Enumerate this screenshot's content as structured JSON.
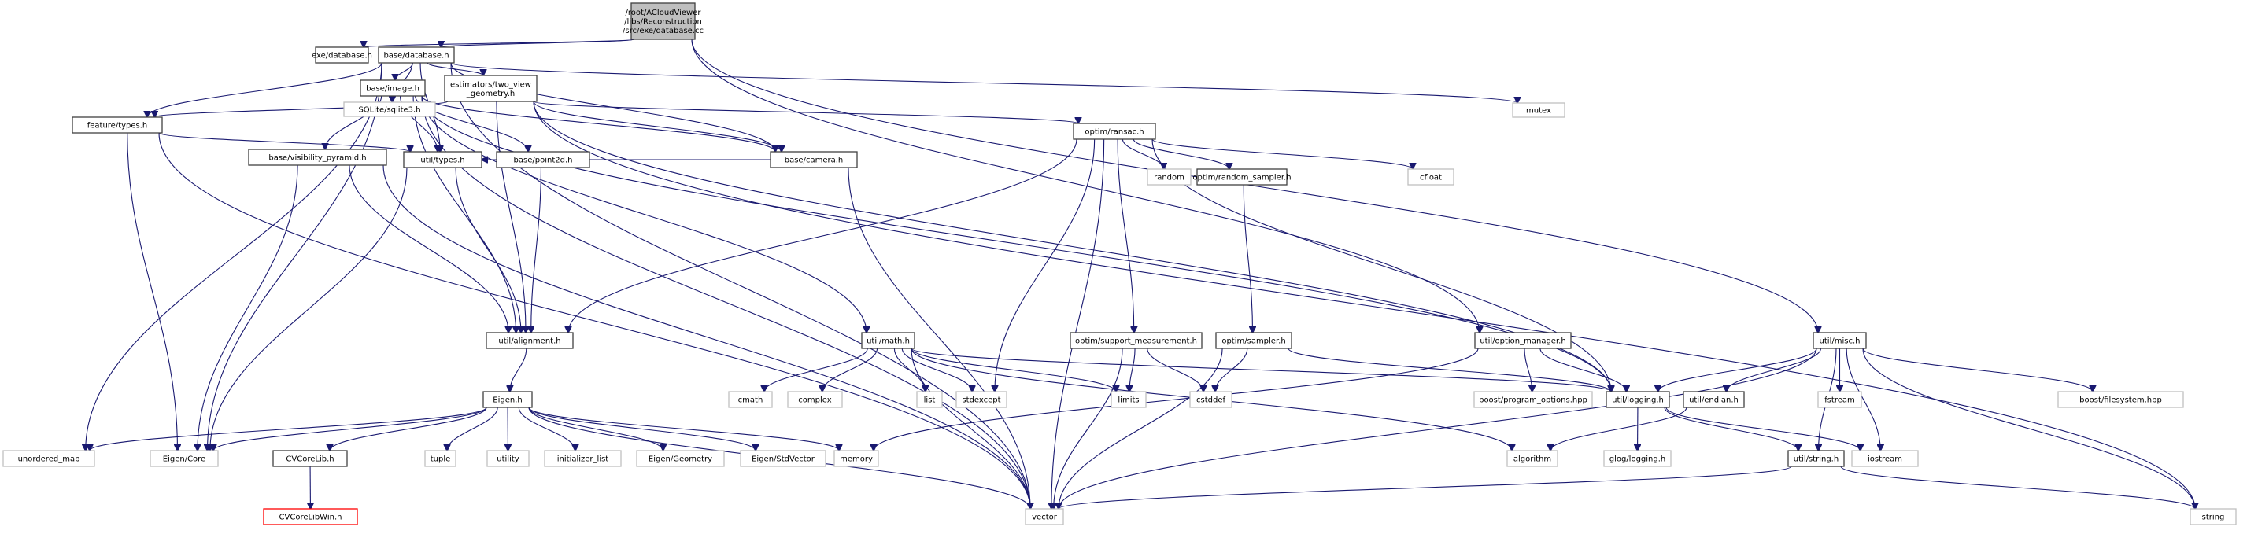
{
  "title": "Include dependency graph for database.cc",
  "colors": {
    "edge": "#191970",
    "node_border": "#404040",
    "external_border": "#bfbfbf",
    "root_fill": "#bfbfbf",
    "missing_border": "#ff0000"
  },
  "nodes": [
    {
      "id": "root",
      "lines": [
        "/root/ACloudViewer",
        "/libs/Reconstruction",
        "/src/exe/database.cc"
      ],
      "kind": "root"
    },
    {
      "id": "exe_database",
      "lines": [
        "exe/database.h"
      ],
      "kind": "local"
    },
    {
      "id": "base_database",
      "lines": [
        "base/database.h"
      ],
      "kind": "local"
    },
    {
      "id": "sqlite3",
      "lines": [
        "SQLite/sqlite3.h"
      ],
      "kind": "external"
    },
    {
      "id": "mutex",
      "lines": [
        "mutex"
      ],
      "kind": "external"
    },
    {
      "id": "base_image",
      "lines": [
        "base/image.h"
      ],
      "kind": "local"
    },
    {
      "id": "two_view",
      "lines": [
        "estimators/two_view",
        "_geometry.h"
      ],
      "kind": "local"
    },
    {
      "id": "feature_types",
      "lines": [
        "feature/types.h"
      ],
      "kind": "local"
    },
    {
      "id": "base_point2d",
      "lines": [
        "base/point2d.h"
      ],
      "kind": "local"
    },
    {
      "id": "base_camera",
      "lines": [
        "base/camera.h"
      ],
      "kind": "local"
    },
    {
      "id": "optim_ransac",
      "lines": [
        "optim/ransac.h"
      ],
      "kind": "local"
    },
    {
      "id": "vis_pyramid",
      "lines": [
        "base/visibility_pyramid.h"
      ],
      "kind": "local"
    },
    {
      "id": "util_types",
      "lines": [
        "util/types.h"
      ],
      "kind": "local"
    },
    {
      "id": "random",
      "lines": [
        "random"
      ],
      "kind": "external"
    },
    {
      "id": "random_sampler",
      "lines": [
        "optim/random_sampler.h"
      ],
      "kind": "local"
    },
    {
      "id": "cfloat",
      "lines": [
        "cfloat"
      ],
      "kind": "external"
    },
    {
      "id": "util_alignment",
      "lines": [
        "util/alignment.h"
      ],
      "kind": "local"
    },
    {
      "id": "util_math",
      "lines": [
        "util/math.h"
      ],
      "kind": "local"
    },
    {
      "id": "support_meas",
      "lines": [
        "optim/support_measurement.h"
      ],
      "kind": "local"
    },
    {
      "id": "optim_sampler",
      "lines": [
        "optim/sampler.h"
      ],
      "kind": "local"
    },
    {
      "id": "option_manager",
      "lines": [
        "util/option_manager.h"
      ],
      "kind": "local"
    },
    {
      "id": "util_misc",
      "lines": [
        "util/misc.h"
      ],
      "kind": "local"
    },
    {
      "id": "eigen_h",
      "lines": [
        "Eigen.h"
      ],
      "kind": "local"
    },
    {
      "id": "cmath",
      "lines": [
        "cmath"
      ],
      "kind": "external"
    },
    {
      "id": "complex",
      "lines": [
        "complex"
      ],
      "kind": "external"
    },
    {
      "id": "list",
      "lines": [
        "list"
      ],
      "kind": "external"
    },
    {
      "id": "stdexcept",
      "lines": [
        "stdexcept"
      ],
      "kind": "external"
    },
    {
      "id": "limits",
      "lines": [
        "limits"
      ],
      "kind": "external"
    },
    {
      "id": "cstddef",
      "lines": [
        "cstddef"
      ],
      "kind": "external"
    },
    {
      "id": "boost_po",
      "lines": [
        "boost/program_options.hpp"
      ],
      "kind": "external"
    },
    {
      "id": "util_logging",
      "lines": [
        "util/logging.h"
      ],
      "kind": "local"
    },
    {
      "id": "util_endian",
      "lines": [
        "util/endian.h"
      ],
      "kind": "local"
    },
    {
      "id": "fstream",
      "lines": [
        "fstream"
      ],
      "kind": "external"
    },
    {
      "id": "boost_fs",
      "lines": [
        "boost/filesystem.hpp"
      ],
      "kind": "external"
    },
    {
      "id": "unordered_map",
      "lines": [
        "unordered_map"
      ],
      "kind": "external"
    },
    {
      "id": "eigen_core",
      "lines": [
        "Eigen/Core"
      ],
      "kind": "external"
    },
    {
      "id": "cvcorelib",
      "lines": [
        "CVCoreLib.h"
      ],
      "kind": "local"
    },
    {
      "id": "tuple",
      "lines": [
        "tuple"
      ],
      "kind": "external"
    },
    {
      "id": "utility",
      "lines": [
        "utility"
      ],
      "kind": "external"
    },
    {
      "id": "init_list",
      "lines": [
        "initializer_list"
      ],
      "kind": "external"
    },
    {
      "id": "eigen_geometry",
      "lines": [
        "Eigen/Geometry"
      ],
      "kind": "external"
    },
    {
      "id": "eigen_stdvector",
      "lines": [
        "Eigen/StdVector"
      ],
      "kind": "external"
    },
    {
      "id": "memory",
      "lines": [
        "memory"
      ],
      "kind": "external"
    },
    {
      "id": "algorithm",
      "lines": [
        "algorithm"
      ],
      "kind": "external"
    },
    {
      "id": "glog",
      "lines": [
        "glog/logging.h"
      ],
      "kind": "external"
    },
    {
      "id": "util_string",
      "lines": [
        "util/string.h"
      ],
      "kind": "local"
    },
    {
      "id": "iostream",
      "lines": [
        "iostream"
      ],
      "kind": "external"
    },
    {
      "id": "cvcorelibwin",
      "lines": [
        "CVCoreLibWin.h"
      ],
      "kind": "missing"
    },
    {
      "id": "vector",
      "lines": [
        "vector"
      ],
      "kind": "external"
    },
    {
      "id": "string",
      "lines": [
        "string"
      ],
      "kind": "external"
    }
  ],
  "edges": [
    [
      "root",
      "exe_database"
    ],
    [
      "root",
      "base_database"
    ],
    [
      "root",
      "option_manager"
    ],
    [
      "root",
      "util_misc"
    ],
    [
      "base_database",
      "sqlite3"
    ],
    [
      "base_database",
      "mutex"
    ],
    [
      "base_database",
      "base_image"
    ],
    [
      "base_database",
      "two_view"
    ],
    [
      "base_database",
      "feature_types"
    ],
    [
      "base_database",
      "base_camera"
    ],
    [
      "base_database",
      "util_types"
    ],
    [
      "base_database",
      "unordered_map"
    ],
    [
      "base_database",
      "eigen_core"
    ],
    [
      "base_database",
      "vector"
    ],
    [
      "base_image",
      "base_point2d"
    ],
    [
      "base_image",
      "base_camera"
    ],
    [
      "base_image",
      "vis_pyramid"
    ],
    [
      "base_image",
      "util_types"
    ],
    [
      "base_image",
      "util_alignment"
    ],
    [
      "base_image",
      "util_math"
    ],
    [
      "base_image",
      "util_logging"
    ],
    [
      "base_image",
      "vector"
    ],
    [
      "two_view",
      "base_camera"
    ],
    [
      "two_view",
      "optim_ransac"
    ],
    [
      "two_view",
      "feature_types"
    ],
    [
      "two_view",
      "util_alignment"
    ],
    [
      "two_view",
      "util_logging"
    ],
    [
      "two_view",
      "string"
    ],
    [
      "feature_types",
      "util_types"
    ],
    [
      "feature_types",
      "eigen_core"
    ],
    [
      "feature_types",
      "vector"
    ],
    [
      "base_point2d",
      "util_types"
    ],
    [
      "base_point2d",
      "util_alignment"
    ],
    [
      "base_camera",
      "util_types"
    ],
    [
      "base_camera",
      "vector"
    ],
    [
      "optim_ransac",
      "random"
    ],
    [
      "optim_ransac",
      "random_sampler"
    ],
    [
      "optim_ransac",
      "cfloat"
    ],
    [
      "optim_ransac",
      "support_meas"
    ],
    [
      "optim_ransac",
      "util_alignment"
    ],
    [
      "optim_ransac",
      "stdexcept"
    ],
    [
      "optim_ransac",
      "vector"
    ],
    [
      "optim_ransac",
      "util_logging"
    ],
    [
      "vis_pyramid",
      "util_alignment"
    ],
    [
      "vis_pyramid",
      "eigen_core"
    ],
    [
      "vis_pyramid",
      "vector"
    ],
    [
      "util_types",
      "util_alignment"
    ],
    [
      "util_types",
      "eigen_core"
    ],
    [
      "random_sampler",
      "optim_sampler"
    ],
    [
      "util_alignment",
      "eigen_h"
    ],
    [
      "util_math",
      "cmath"
    ],
    [
      "util_math",
      "complex"
    ],
    [
      "util_math",
      "list"
    ],
    [
      "util_math",
      "stdexcept"
    ],
    [
      "util_math",
      "limits"
    ],
    [
      "util_math",
      "algorithm"
    ],
    [
      "util_math",
      "vector"
    ],
    [
      "util_math",
      "util_logging"
    ],
    [
      "support_meas",
      "limits"
    ],
    [
      "support_meas",
      "cstddef"
    ],
    [
      "support_meas",
      "vector"
    ],
    [
      "optim_sampler",
      "cstddef"
    ],
    [
      "optim_sampler",
      "vector"
    ],
    [
      "optim_sampler",
      "util_logging"
    ],
    [
      "option_manager",
      "boost_po"
    ],
    [
      "option_manager",
      "util_logging"
    ],
    [
      "option_manager",
      "memory"
    ],
    [
      "util_misc",
      "util_logging"
    ],
    [
      "util_misc",
      "util_endian"
    ],
    [
      "util_misc",
      "fstream"
    ],
    [
      "util_misc",
      "boost_fs"
    ],
    [
      "util_misc",
      "util_string"
    ],
    [
      "util_misc",
      "iostream"
    ],
    [
      "util_misc",
      "vector"
    ],
    [
      "util_misc",
      "string"
    ],
    [
      "eigen_h",
      "unordered_map"
    ],
    [
      "eigen_h",
      "eigen_core"
    ],
    [
      "eigen_h",
      "cvcorelib"
    ],
    [
      "eigen_h",
      "tuple"
    ],
    [
      "eigen_h",
      "utility"
    ],
    [
      "eigen_h",
      "init_list"
    ],
    [
      "eigen_h",
      "eigen_geometry"
    ],
    [
      "eigen_h",
      "eigen_stdvector"
    ],
    [
      "eigen_h",
      "memory"
    ],
    [
      "eigen_h",
      "vector"
    ],
    [
      "util_logging",
      "glog"
    ],
    [
      "util_logging",
      "util_string"
    ],
    [
      "util_logging",
      "iostream"
    ],
    [
      "util_endian",
      "algorithm"
    ],
    [
      "util_string",
      "vector"
    ],
    [
      "util_string",
      "string"
    ],
    [
      "cvcorelib",
      "cvcorelibwin"
    ]
  ]
}
